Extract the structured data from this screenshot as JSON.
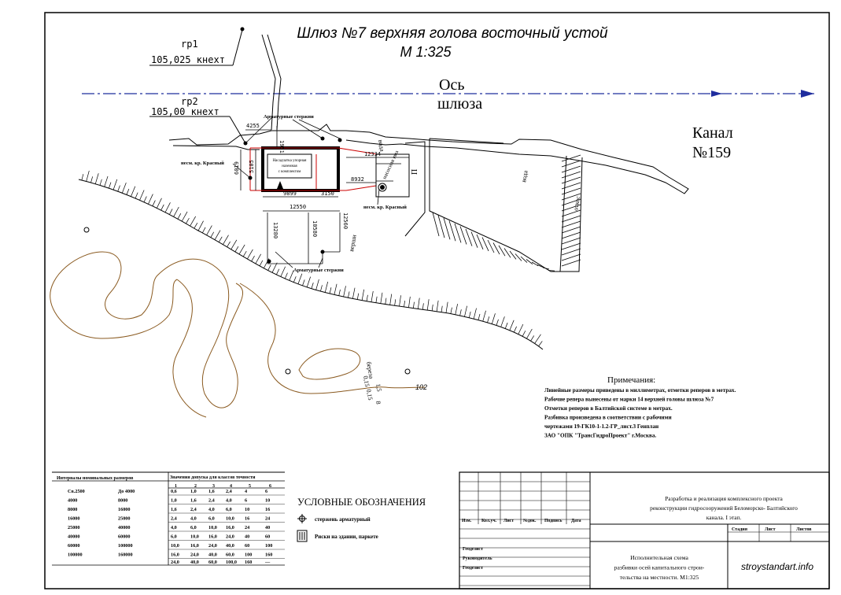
{
  "title": {
    "line1": "Шлюз  №7 верхняя голова  восточный устой",
    "line2": "М 1:325"
  },
  "benchmarks": [
    {
      "name": "rp1",
      "value": "105,025  кнехт"
    },
    {
      "name": "rp2",
      "value": "105,00  кнехт"
    }
  ],
  "axis_label": {
    "line1": "Ось",
    "line2": "шлюза"
  },
  "canal": {
    "line1": "Канал",
    "line2": "№159"
  },
  "drawing_labels": {
    "rebar_top": "Арматурные стержни",
    "rebar_bottom": "Арматурные стержни",
    "left_mark": "несм. кр. Красный",
    "right_mark": "несм. кр. Красный",
    "building": [
      "Насадчатка упорная",
      "наземная",
      "с комплектом"
    ],
    "water1": "вода",
    "water2": "вода",
    "bank": "откос",
    "pump": "насосная яма",
    "top_label": "верши",
    "birch": "береза",
    "letter_p": "П"
  },
  "dimensions": {
    "d4255": "4255",
    "d1951": "1951",
    "d6019": "6019",
    "d5105": "5105",
    "d9899": "9899",
    "d3150": "3150",
    "d12550": "12550",
    "d12334": "12334",
    "d8932": "8932",
    "d13280": "13280",
    "d10580": "10580",
    "d12560": "12560"
  },
  "tree": {
    "d1": "0,15",
    "d2": "1,5",
    "d3": "0,15",
    "d4": "8"
  },
  "contour": "102",
  "notes": {
    "title": "Примечания:",
    "lines": [
      "Линейные размеры приведены в миллиметрах, отметки реперов в метрах.",
      "Рабочие репера вынесены от марки 14 верхней головы шлюза №7",
      "Отметки реперов в Балтийской системе в метрах.",
      "Разбивка произведена в соответствии с рабочими",
      "чертежами 19-ГК10-1-1.2-ГР_лист.3 Генплан",
      "ЗАО \"ОПК \"ТрансГидроПроект\" г.Москва."
    ]
  },
  "legend": {
    "title": "УСЛОВНЫЕ ОБОЗНАЧЕНИЯ",
    "items": [
      {
        "icon": "rebar-marker-icon",
        "label": "стержень арматурный"
      },
      {
        "icon": "building-hatch-icon",
        "label": "Риски на здании, паркете"
      }
    ]
  },
  "tolerance_table": {
    "col1_header": "Интервалы номинальных размеров",
    "col2_header": "Значения допуска для классов точности",
    "classes": [
      "1",
      "2",
      "3",
      "4",
      "5",
      "6"
    ],
    "rows": [
      [
        "Св.2500",
        "До 4000",
        "0,6",
        "1,0",
        "1,6",
        "2,4",
        "4",
        "6"
      ],
      [
        "4000",
        "8000",
        "1,0",
        "1,6",
        "2,4",
        "4,0",
        "6",
        "10"
      ],
      [
        "8000",
        "16000",
        "1,6",
        "2,4",
        "4,0",
        "6,0",
        "10",
        "16"
      ],
      [
        "16000",
        "25000",
        "2,4",
        "4,0",
        "6,0",
        "10,0",
        "16",
        "24"
      ],
      [
        "25000",
        "40000",
        "4,0",
        "6,0",
        "10,0",
        "16,0",
        "24",
        "40"
      ],
      [
        "40000",
        "60000",
        "6,0",
        "10,0",
        "16,0",
        "24,0",
        "40",
        "60"
      ],
      [
        "60000",
        "100000",
        "10,0",
        "16,0",
        "24,0",
        "40,0",
        "60",
        "100"
      ],
      [
        "100000",
        "160000",
        "16,0",
        "24,0",
        "40,0",
        "60,0",
        "100",
        "160"
      ]
    ],
    "last_row_extra": [
      "24,0",
      "40,0",
      "60,0",
      "100,0",
      "160",
      "—"
    ]
  },
  "title_block": {
    "project": [
      "Разработка и реализация комплексного проекта",
      "реконструкции гидросооружений Беломорско- Балтийского",
      "канала. I этап."
    ],
    "headers": [
      "Изм.",
      "Кол.уч.",
      "Лист",
      "№док.",
      "Подпись",
      "Дата"
    ],
    "roles": [
      "Геодезист",
      "Руководитель",
      "Геодезист"
    ],
    "stage_headers": [
      "Стадия",
      "Лист",
      "Листов"
    ],
    "sheet_name": [
      "Исполнительная схема",
      "разбивки осей капитального строи-",
      "тельства на местности. М1:325"
    ],
    "watermark": "stroystandart.info"
  }
}
